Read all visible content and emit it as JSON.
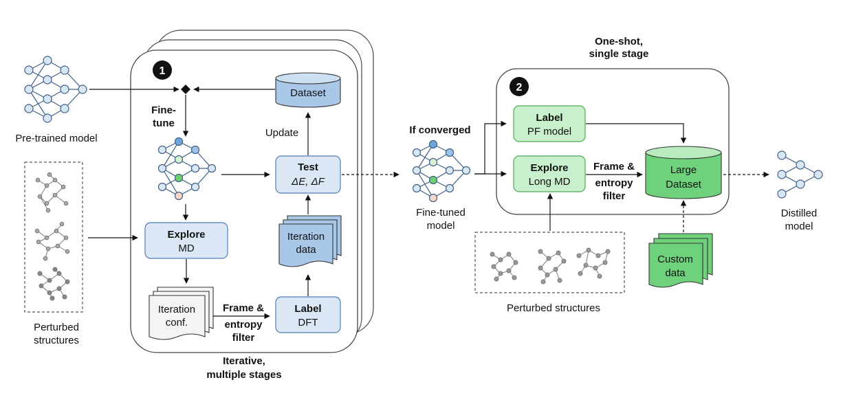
{
  "pretrained_model": {
    "label": "Pre-trained model"
  },
  "perturbed_left": {
    "line1": "Perturbed",
    "line2": "structures"
  },
  "stage1": {
    "badge": "1",
    "finetune": {
      "line1": "Fine-",
      "line2": "tune"
    },
    "explore": {
      "title": "Explore",
      "sub": "MD"
    },
    "iteration_conf": {
      "line1": "Iteration",
      "line2": "conf."
    },
    "frame_filter": {
      "line1": "Frame &",
      "line2": "entropy",
      "line3": "filter"
    },
    "label_box": {
      "title": "Label",
      "sub": "DFT"
    },
    "iteration_data": {
      "line1": "Iteration",
      "line2": "data"
    },
    "test": {
      "title": "Test",
      "sub": "ΔE, ΔF"
    },
    "update": "Update",
    "dataset": "Dataset",
    "caption": {
      "line1": "Iterative,",
      "line2": "multiple stages"
    }
  },
  "converged": {
    "label": "If converged"
  },
  "finetuned_model": {
    "line1": "Fine-tuned",
    "line2": "model"
  },
  "stage2": {
    "badge": "2",
    "caption": {
      "line1": "One-shot,",
      "line2": "single stage"
    },
    "label_box": {
      "title": "Label",
      "sub": "PF model"
    },
    "explore": {
      "title": "Explore",
      "sub": "Long MD"
    },
    "frame_filter": {
      "line1": "Frame &",
      "line2": "entropy",
      "line3": "filter"
    },
    "large_dataset": {
      "line1": "Large",
      "line2": "Dataset"
    }
  },
  "perturbed_bottom": {
    "label": "Perturbed structures"
  },
  "custom_data": {
    "line1": "Custom",
    "line2": "data"
  },
  "distilled_model": {
    "line1": "Distilled",
    "line2": "model"
  },
  "colors": {
    "blue_box": "#dbe7f5",
    "blue_border": "#4f7fb6",
    "dataset_blue": "#a9c7e6",
    "green_box": "#c9f0cc",
    "green_border": "#4ea85a",
    "green_dark": "#6fd17c",
    "node": "#d9e6f3",
    "node_border": "#3d5f86"
  }
}
